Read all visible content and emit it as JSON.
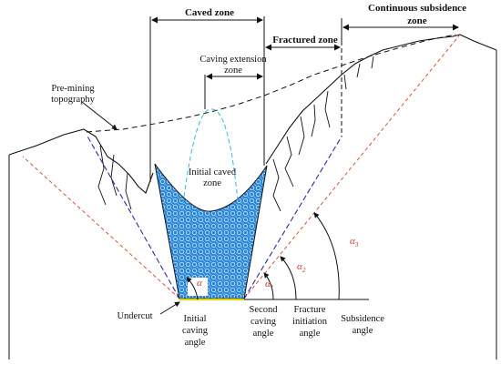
{
  "colors": {
    "cave_fill": "#2a85d8",
    "cave_pattern": "#bfe3ff",
    "dashed_blue": "#2b2ba8",
    "dashed_cyan": "#38b6e8",
    "dashed_red": "#d2553b",
    "undercut": "#e6d200",
    "greek": "#c0392b"
  },
  "labels": {
    "caved_zone": "Caved zone",
    "continuous_subsidence_zone_line1": "Continuous subsidence",
    "continuous_subsidence_zone_line2": "zone",
    "fractured_zone": "Fractured zone",
    "caving_extension_line1": "Caving extension",
    "caving_extension_line2": "zone",
    "pre_mining_line1": "Pre-mining",
    "pre_mining_line2": "topography",
    "initial_caved_line1": "Initial caved",
    "initial_caved_line2": "zone",
    "undercut": "Undercut",
    "initial_caving_line1": "Initial",
    "initial_caving_line2": "caving",
    "initial_caving_line3": "angle",
    "second_caving_line1": "Second",
    "second_caving_line2": "caving",
    "second_caving_line3": "angle",
    "fracture_initiation_line1": "Fracture",
    "fracture_initiation_line2": "initiation",
    "fracture_initiation_line3": "angle",
    "subsidence_line1": "Subsidence",
    "subsidence_line2": "angle"
  },
  "angles": {
    "alpha": "α",
    "alpha1_sub": "1",
    "alpha2_sub": "2",
    "alpha3_sub": "3"
  }
}
